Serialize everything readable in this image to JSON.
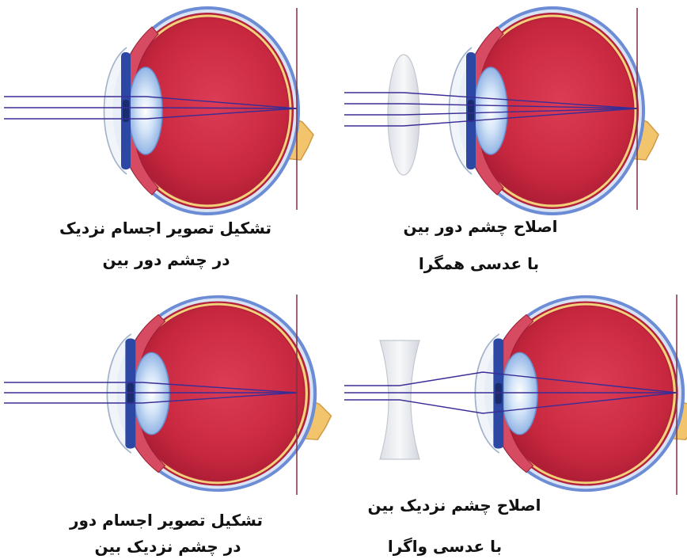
{
  "panels": {
    "top_left": {
      "caption_line1": "تشکیل تصویر اجسام نزدیک",
      "caption_line2": "در چشم دور بین"
    },
    "top_right": {
      "caption_line1": "اصلاح چشم دور بین",
      "caption_line2": "با عدسی همگرا"
    },
    "bottom_left": {
      "caption_line1": "تشکیل تصویر اجسام دور",
      "caption_line2": "در چشم نزدیک بین"
    },
    "bottom_right": {
      "caption_line1": "اصلاح چشم نزدیک بین",
      "caption_line2": "با عدسی واگرا"
    }
  },
  "colors": {
    "ray": "#3a2d96",
    "focal_line": "#7a3342",
    "eye_red": "#c8283f",
    "sclera_blue": "#6c8dd5",
    "optic_nerve": "#f2c46c",
    "caption_text": "#111111"
  }
}
